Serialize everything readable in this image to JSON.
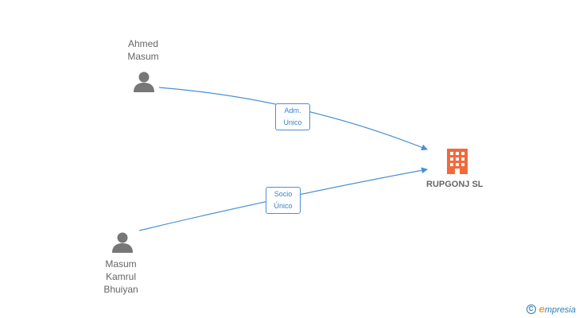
{
  "nodes": {
    "person_1": {
      "name": "Ahmed\nMasum"
    },
    "person_2": {
      "name": "Masum\nKamrul\nBhuiyan"
    },
    "company": {
      "name": "RUPGONJ SL"
    }
  },
  "edges": {
    "edge_1": {
      "label": "Adm.\nUnico"
    },
    "edge_2": {
      "label": "Socio\nÚnico"
    }
  },
  "colors": {
    "edge": "#4a8fd6",
    "person_icon": "#777777",
    "company_icon": "#f26a3b"
  },
  "footer": {
    "copyright_symbol": "C",
    "brand_initial": "e",
    "brand_rest": "mpresia"
  }
}
